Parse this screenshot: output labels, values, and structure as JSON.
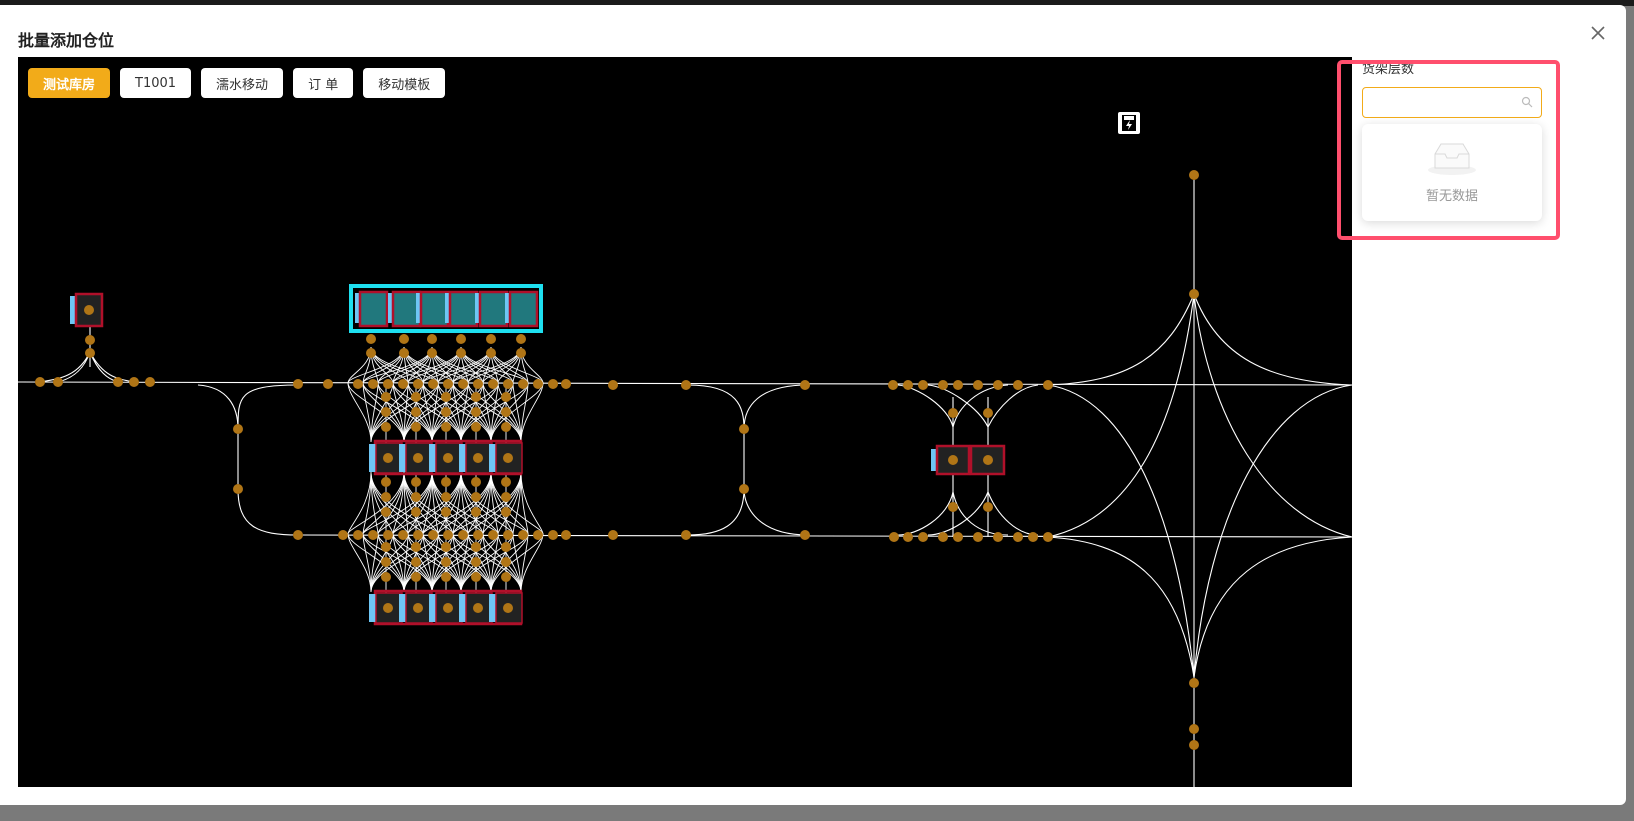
{
  "dialog": {
    "title": "批量添加仓位"
  },
  "tabs": [
    {
      "label": "测试库房",
      "active": true
    },
    {
      "label": "T1001",
      "active": false
    },
    {
      "label": "濡水移动",
      "active": false
    },
    {
      "label": "订 单",
      "active": false
    },
    {
      "label": "移动模板",
      "active": false
    }
  ],
  "filter": {
    "label": "货架层数",
    "search_value": "",
    "empty_text": "暂无数据"
  },
  "colors": {
    "accent": "#f2ab19",
    "highlight": "#ff4f6d",
    "canvas_bg": "#000000",
    "node": "#b07516",
    "slot_border": "#b0102a",
    "slot_fill": "#6ec6f5",
    "selected_border": "#1ee0f0"
  },
  "icons": {
    "close": "close-icon",
    "search": "search-icon",
    "empty": "empty-inbox-icon",
    "charger": "charger-icon"
  }
}
